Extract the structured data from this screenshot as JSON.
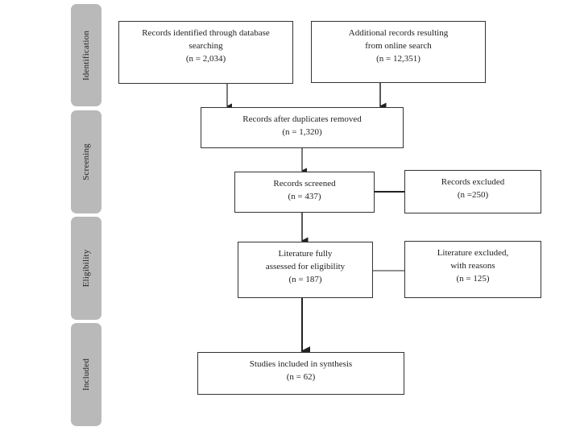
{
  "phases": {
    "identification": "Identification",
    "screening": "Screening",
    "eligibility": "Eligibility",
    "included": "Included"
  },
  "boxes": {
    "database": {
      "lines": [
        "Records identified through database",
        "searching",
        "(n = 2,034)"
      ]
    },
    "online": {
      "lines": [
        "Additional records resulting",
        "from online search",
        "(n = 12,351)"
      ]
    },
    "dedup": {
      "lines": [
        "Records after duplicates removed",
        "(n = 1,320)"
      ]
    },
    "screened": {
      "lines": [
        "Records screened",
        "(n = 437)"
      ]
    },
    "excluded": {
      "lines": [
        "Records excluded",
        "(n =250)"
      ]
    },
    "assessed": {
      "lines": [
        "Literature fully",
        "assessed for eligibility",
        "(n = 187)"
      ]
    },
    "lit_excluded": {
      "lines": [
        "Literature excluded,",
        "with reasons",
        "(n = 125)"
      ]
    },
    "included": {
      "lines": [
        "Studies included in synthesis",
        "(n = 62)"
      ]
    }
  }
}
